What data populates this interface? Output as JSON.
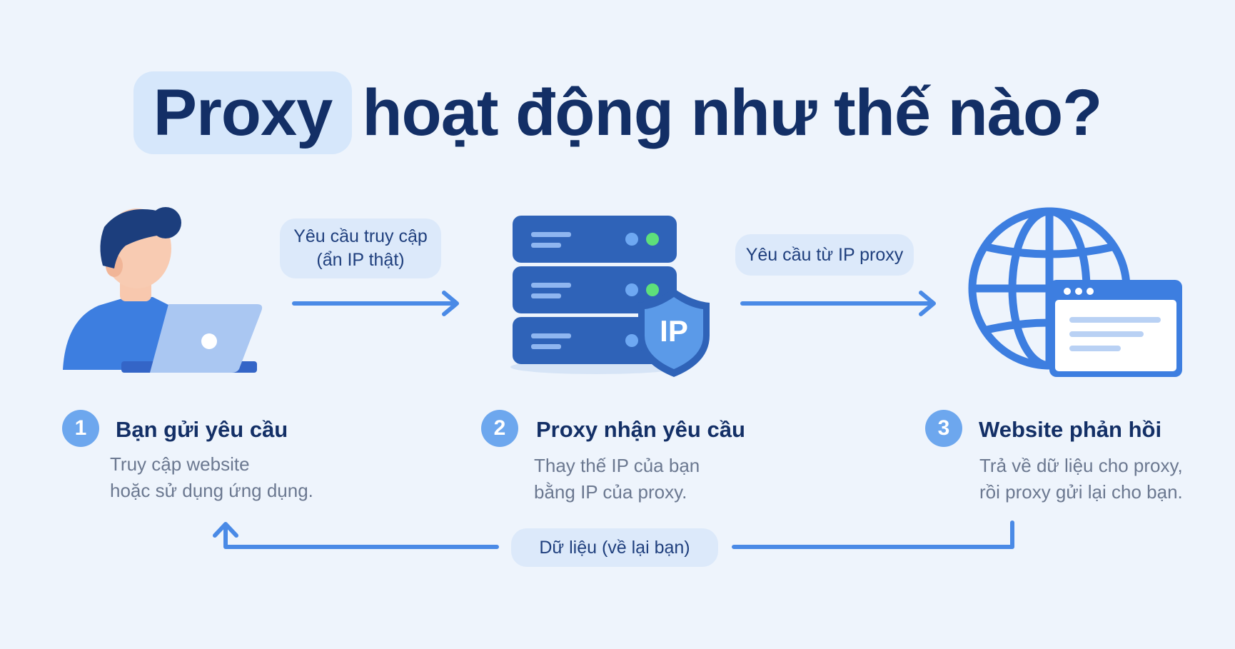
{
  "title": {
    "highlight": "Proxy",
    "rest": "hoạt động như thế nào?"
  },
  "flow_labels": {
    "request": [
      "Yêu cầu truy cập",
      "(ẩn IP thật)"
    ],
    "proxy_request": "Yêu cầu từ IP proxy",
    "return_data": "Dữ liệu (về lại bạn)"
  },
  "server_badge": "IP",
  "steps": [
    {
      "num": "1",
      "title": "Bạn gửi yêu cầu",
      "desc": [
        "Truy cập website",
        "hoặc sử dụng ứng dụng."
      ]
    },
    {
      "num": "2",
      "title": "Proxy nhận yêu cầu",
      "desc": [
        "Thay thế IP của bạn",
        "bằng IP của proxy."
      ]
    },
    {
      "num": "3",
      "title": "Website phản hồi",
      "desc": [
        "Trả về dữ liệu cho proxy,",
        "rồi proxy gửi lại cho bạn."
      ]
    }
  ],
  "icons": [
    "user-laptop-icon",
    "server-icon",
    "shield-icon",
    "globe-icon",
    "browser-window-icon"
  ],
  "colors": {
    "primary": "#3d7ee0",
    "dark": "#132f66",
    "accent_light": "#dce9fa",
    "background": "#eef4fc",
    "status_green": "#5ee07a"
  }
}
